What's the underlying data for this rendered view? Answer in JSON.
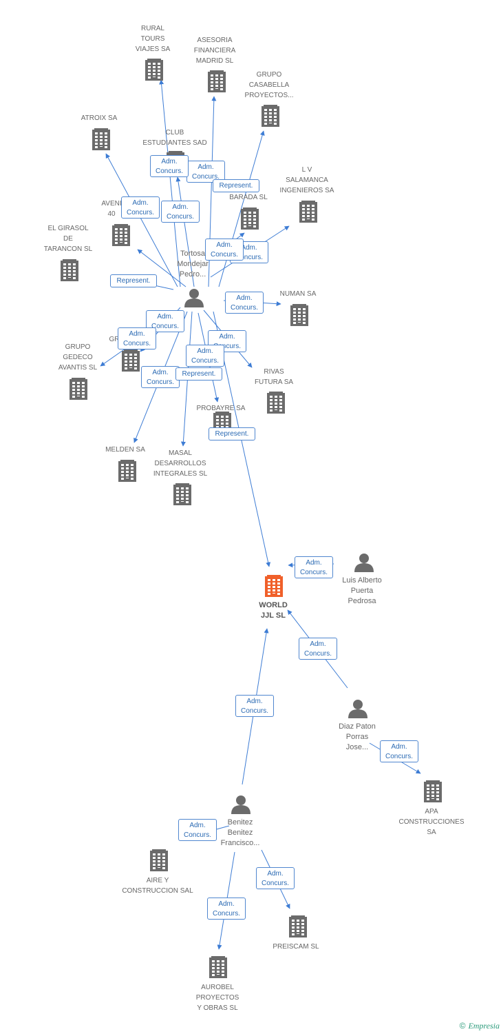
{
  "colors": {
    "edge": "#3d7cd4",
    "node": "#6b6b6b",
    "focus": "#f0602a",
    "badge_text": "#2b6ab3"
  },
  "nodes": [
    {
      "id": "rural",
      "type": "company",
      "label": "RURAL\nTOURS\nVIAJES SA"
    },
    {
      "id": "asesoria",
      "type": "company",
      "label": "ASESORIA\nFINANCIERA\nMADRID SL"
    },
    {
      "id": "casabella",
      "type": "company",
      "label": "GRUPO\nCASABELLA\nPROYECTOS..."
    },
    {
      "id": "atroix",
      "type": "company",
      "label": "ATROIX SA"
    },
    {
      "id": "club",
      "type": "company",
      "label": "CLUB\nESTUDIANTES SAD"
    },
    {
      "id": "lv",
      "type": "company",
      "label": "L V\nSALAMANCA\nINGENIEROS SA"
    },
    {
      "id": "barada",
      "type": "company",
      "label": "BARADA SL"
    },
    {
      "id": "avenida",
      "type": "company",
      "label": "AVENI\n40"
    },
    {
      "id": "girasol",
      "type": "company",
      "label": "EL GIRASOL\nDE\nTARANCON SL"
    },
    {
      "id": "tortosa",
      "type": "person",
      "label": "Tortosa\nMondejar\nPedro..."
    },
    {
      "id": "numan",
      "type": "company",
      "label": "NUMAN SA"
    },
    {
      "id": "gr",
      "type": "company",
      "label": "GR"
    },
    {
      "id": "gedeco",
      "type": "company",
      "label": "GRUPO\nGEDECO\nAVANTIS SL"
    },
    {
      "id": "rivas",
      "type": "company",
      "label": "RIVAS\nFUTURA SA"
    },
    {
      "id": "probayre",
      "type": "company",
      "label": "PROBAYRE SA"
    },
    {
      "id": "melden",
      "type": "company",
      "label": "MELDEN SA"
    },
    {
      "id": "masal",
      "type": "company",
      "label": "MASAL\nDESARROLLOS\nINTEGRALES SL"
    },
    {
      "id": "world",
      "type": "focus",
      "label": "WORLD\nJJL SL"
    },
    {
      "id": "luis",
      "type": "person",
      "label": "Luis Alberto\nPuerta\nPedrosa"
    },
    {
      "id": "diaz",
      "type": "person",
      "label": "Diaz Paton\nPorras\nJose..."
    },
    {
      "id": "apa",
      "type": "company",
      "label": "APA\nCONSTRUCCIONES SA"
    },
    {
      "id": "benitez",
      "type": "person",
      "label": "Benitez\nBenitez\nFrancisco..."
    },
    {
      "id": "aire",
      "type": "company",
      "label": "AIRE Y\nCONSTRUCCION SAL"
    },
    {
      "id": "preiscam",
      "type": "company",
      "label": "PREISCAM SL"
    },
    {
      "id": "aurobel",
      "type": "company",
      "label": "AUROBEL\nPROYECTOS\nY OBRAS SL"
    }
  ],
  "edges": [
    {
      "from": "tortosa",
      "to": "rural",
      "label": ""
    },
    {
      "from": "tortosa",
      "to": "asesoria",
      "label": "Adm.\nConcurs."
    },
    {
      "from": "tortosa",
      "to": "casabella",
      "label": "Represent."
    },
    {
      "from": "tortosa",
      "to": "atroix",
      "label": "Adm.\nConcurs."
    },
    {
      "from": "tortosa",
      "to": "club",
      "label": "Adm.\nConcurs."
    },
    {
      "from": "tortosa",
      "to": "lv",
      "label": "Adm.\nConcurs."
    },
    {
      "from": "tortosa",
      "to": "barada",
      "label": "Adm.\nConcurs."
    },
    {
      "from": "tortosa",
      "to": "avenida",
      "label": "Adm.\nConcurs."
    },
    {
      "from": "tortosa",
      "to": "girasol",
      "label": "Represent."
    },
    {
      "from": "tortosa",
      "to": "numan",
      "label": "Adm.\nConcurs."
    },
    {
      "from": "tortosa",
      "to": "gr",
      "label": "Adm.\nConcurs."
    },
    {
      "from": "tortosa",
      "to": "gedeco",
      "label": "Adm.\nConcurs."
    },
    {
      "from": "tortosa",
      "to": "rivas",
      "label": "Adm.\nConcurs."
    },
    {
      "from": "tortosa",
      "to": "probayre",
      "label": "Adm.\nConcurs."
    },
    {
      "from": "tortosa",
      "to": "melden",
      "label": "Adm.\nConcurs."
    },
    {
      "from": "tortosa",
      "to": "masal",
      "label": "Represent."
    },
    {
      "from": "tortosa",
      "to": "world",
      "label": "Represent."
    },
    {
      "from": "luis",
      "to": "world",
      "label": "Adm.\nConcurs."
    },
    {
      "from": "diaz",
      "to": "world",
      "label": "Adm.\nConcurs."
    },
    {
      "from": "diaz",
      "to": "apa",
      "label": "Adm.\nConcurs."
    },
    {
      "from": "benitez",
      "to": "world",
      "label": "Adm.\nConcurs."
    },
    {
      "from": "benitez",
      "to": "aire",
      "label": "Adm.\nConcurs."
    },
    {
      "from": "benitez",
      "to": "preiscam",
      "label": "Adm.\nConcurs."
    },
    {
      "from": "benitez",
      "to": "aurobel",
      "label": "Adm.\nConcurs."
    }
  ],
  "footer": {
    "copyright": "©",
    "brand": "Empresia"
  }
}
